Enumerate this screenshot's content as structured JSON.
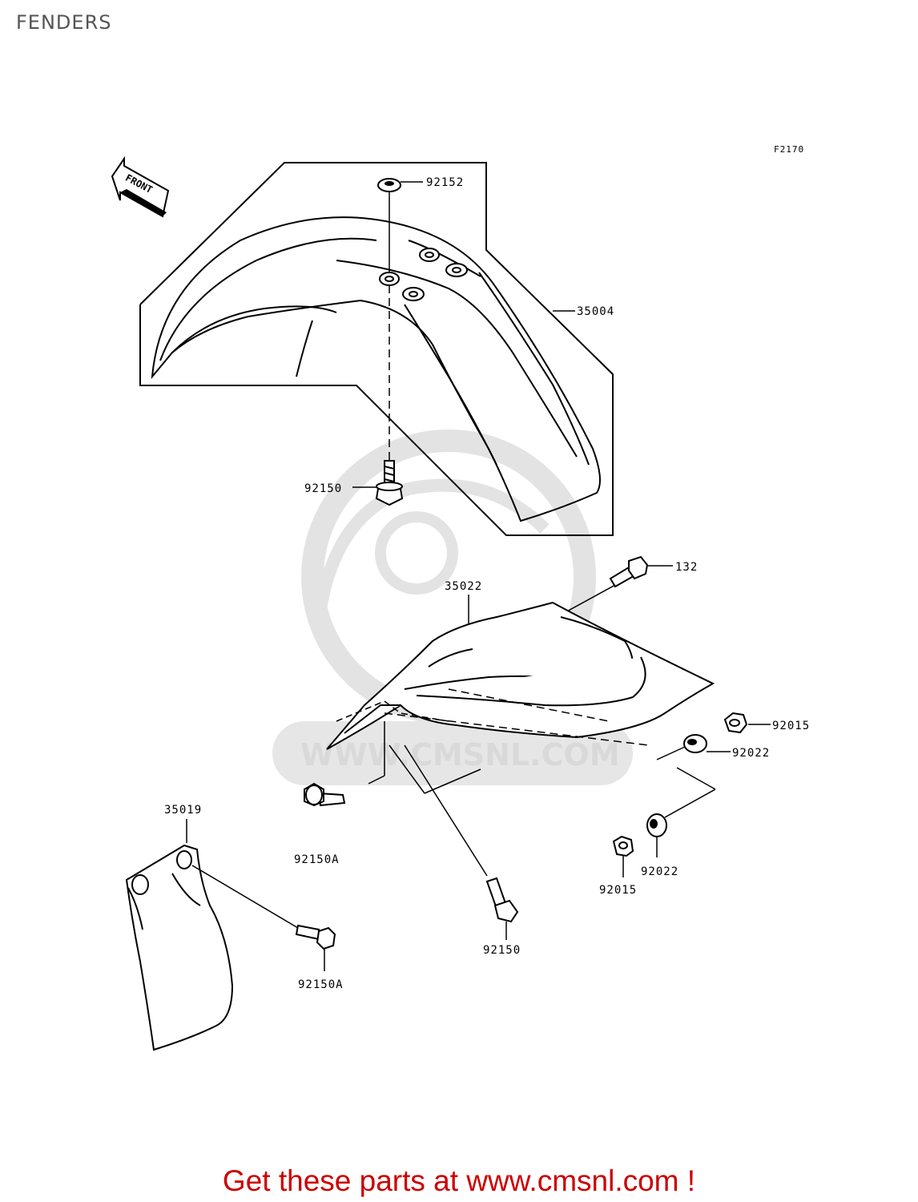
{
  "header": {
    "title": "FENDERS"
  },
  "figure_code": "F2170",
  "direction_label": "FRONT",
  "watermark": "WWW.CMSNL.COM",
  "parts": {
    "p92152": "92152",
    "p35004": "35004",
    "p92150_top": "92150",
    "p132": "132",
    "p35022": "35022",
    "p92015_right": "92015",
    "p92022_right": "92022",
    "p35019": "35019",
    "p92150A_mid": "92150A",
    "p92150A_low": "92150A",
    "p92150_low": "92150",
    "p92022_low": "92022",
    "p92015_low": "92015"
  },
  "footer": {
    "link_text": "Get these parts at www.cmsnl.com !"
  }
}
